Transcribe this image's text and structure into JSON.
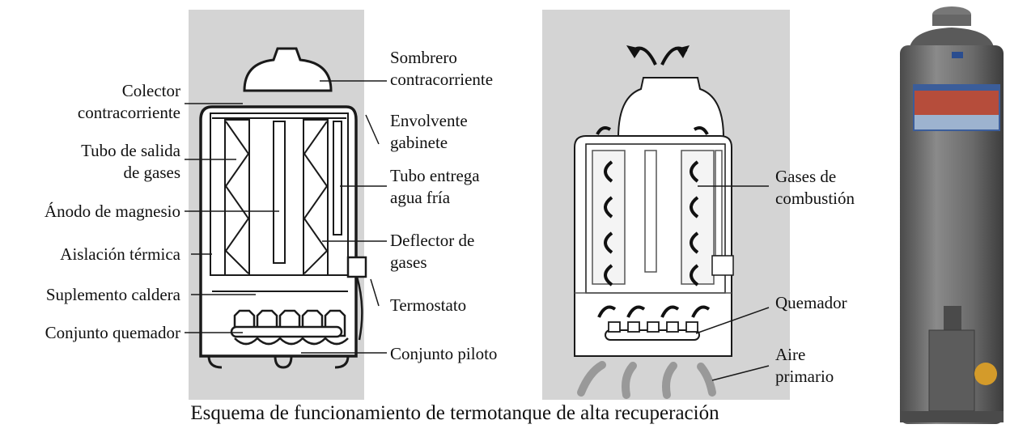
{
  "labels": {
    "colector": "Colector\ncontracorriente",
    "tubo_salida": "Tubo de salida\nde gases",
    "anodo": "Ánodo de magnesio",
    "aislacion": "Aislación térmica",
    "suplemento": "Suplemento caldera",
    "conjunto_quemador": "Conjunto quemador",
    "sombrero": "Sombrero\ncontracorriente",
    "envolvente": "Envolvente\ngabinete",
    "tubo_entrega": "Tubo entrega\nagua fría",
    "deflector": "Deflector de\ngases",
    "termostato": "Termostato",
    "conjunto_piloto": "Conjunto piloto",
    "gases_combustion": "Gases de\ncombustión",
    "quemador": "Quemador",
    "aire_primario": "Aire\nprimario"
  },
  "caption": "Esquema de funcionamiento de termotanque de alta recuperación",
  "colors": {
    "diagram_bg": "#d4d4d4",
    "line": "#1a1a1a",
    "heater_body": "#6f6f6f"
  }
}
